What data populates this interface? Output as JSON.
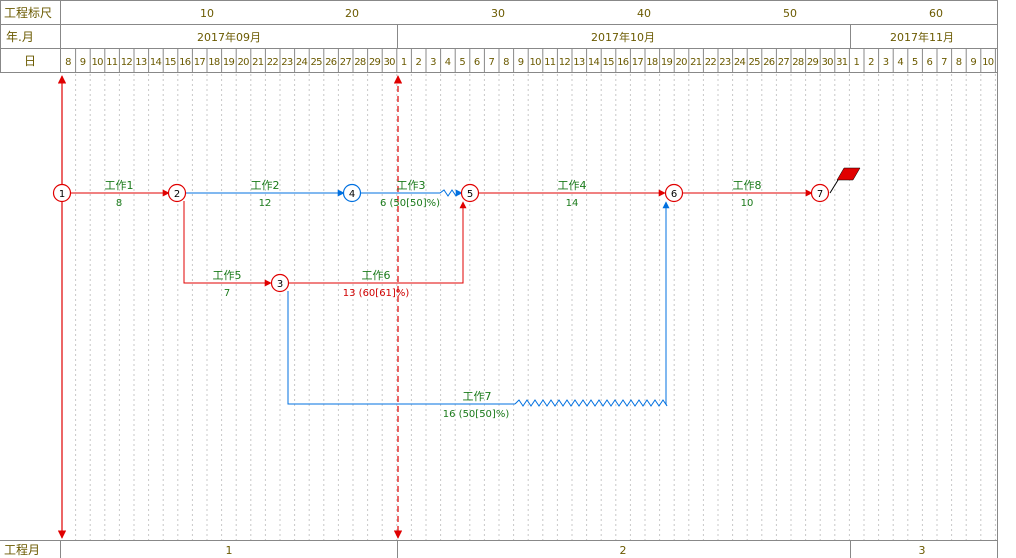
{
  "header": {
    "ruler_label": "工程标尺",
    "ym_label": "年.月",
    "day_label": "日",
    "footer_label": "工程月",
    "ruler_ticks": [
      "10",
      "20",
      "30",
      "40",
      "50",
      "60"
    ],
    "months": [
      "2017年09月",
      "2017年10月",
      "2017年11月"
    ],
    "days": [
      "8",
      "9",
      "10",
      "11",
      "12",
      "13",
      "14",
      "15",
      "16",
      "17",
      "18",
      "19",
      "20",
      "21",
      "22",
      "23",
      "24",
      "25",
      "26",
      "27",
      "28",
      "29",
      "30",
      "1",
      "2",
      "3",
      "4",
      "5",
      "6",
      "7",
      "8",
      "9",
      "10",
      "11",
      "12",
      "13",
      "14",
      "15",
      "16",
      "17",
      "18",
      "19",
      "20",
      "21",
      "22",
      "23",
      "24",
      "25",
      "26",
      "27",
      "28",
      "29",
      "30",
      "31",
      "1",
      "2",
      "3",
      "4",
      "5",
      "6",
      "7",
      "8",
      "9",
      "10"
    ],
    "project_months": [
      "1",
      "2",
      "3"
    ]
  },
  "nodes": [
    {
      "id": "1",
      "color": "red"
    },
    {
      "id": "2",
      "color": "red"
    },
    {
      "id": "3",
      "color": "red"
    },
    {
      "id": "4",
      "color": "blue"
    },
    {
      "id": "5",
      "color": "red"
    },
    {
      "id": "6",
      "color": "red"
    },
    {
      "id": "7",
      "color": "red"
    }
  ],
  "tasks": [
    {
      "name": "工作1",
      "duration": "8",
      "color": "red"
    },
    {
      "name": "工作2",
      "duration": "12",
      "color": "blue"
    },
    {
      "name": "工作3",
      "duration": "6 (50[50]%)",
      "color": "blue"
    },
    {
      "name": "工作4",
      "duration": "14",
      "color": "red"
    },
    {
      "name": "工作8",
      "duration": "10",
      "color": "red"
    },
    {
      "name": "工作5",
      "duration": "7",
      "color": "red"
    },
    {
      "name": "工作6",
      "duration": "13 (60[61]%)",
      "color": "red"
    },
    {
      "name": "工作7",
      "duration": "16 (50[50]%)",
      "color": "blue"
    }
  ],
  "colors": {
    "critical": "#e00000",
    "noncritical": "#0070e0",
    "header_text": "#6b5a00",
    "label": "#1a7a1a"
  }
}
